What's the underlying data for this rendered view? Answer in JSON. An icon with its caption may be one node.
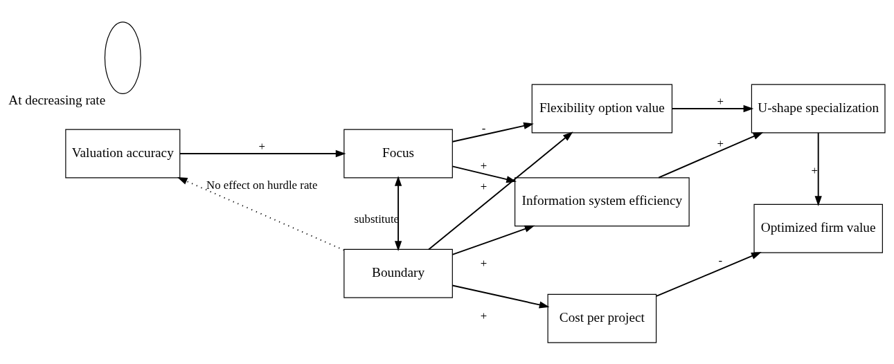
{
  "diagram": {
    "nodes": [
      {
        "text": [
          "Valuation accuracy"
        ]
      },
      {
        "text": [
          "Focus"
        ]
      },
      {
        "text": [
          "Flexibility option value"
        ]
      },
      {
        "text": [
          "U-shape specialization"
        ]
      },
      {
        "text": [
          "Boundary"
        ]
      },
      {
        "text": [
          "Information system efficiency"
        ]
      },
      {
        "text": [
          "Optimized firm value"
        ]
      },
      {
        "text": [
          "Cost per project"
        ]
      },
      {
        "text": [],
        "shape": "ellipse",
        "beside": [
          "At decreasing rate"
        ]
      }
    ],
    "edges": [
      {
        "from": 0,
        "to": 1,
        "arrow": "to",
        "label": "+"
      },
      {
        "from": 1,
        "to": 2,
        "arrow": "to",
        "label": "-"
      },
      {
        "from": 1,
        "to": 5,
        "arrow": "to",
        "label": "+"
      },
      {
        "from": 1,
        "to": 4,
        "arrow": "both",
        "label": "substitute"
      },
      {
        "from": 4,
        "to": 0,
        "arrow": "to",
        "label": "No effect on hurdle rate",
        "style": "dashed"
      },
      {
        "from": 4,
        "to": 2,
        "arrow": "to",
        "label": "+"
      },
      {
        "from": 4,
        "to": 5,
        "arrow": "to",
        "label": "+"
      },
      {
        "from": 4,
        "to": 7,
        "arrow": "to",
        "label": "+"
      },
      {
        "from": 2,
        "to": 3,
        "arrow": "to",
        "label": "+"
      },
      {
        "from": 5,
        "to": 3,
        "arrow": "to",
        "label": "+"
      },
      {
        "from": 3,
        "to": 6,
        "arrow": "to",
        "label": "+"
      },
      {
        "from": 7,
        "to": 6,
        "arrow": "to",
        "label": "-"
      }
    ]
  }
}
